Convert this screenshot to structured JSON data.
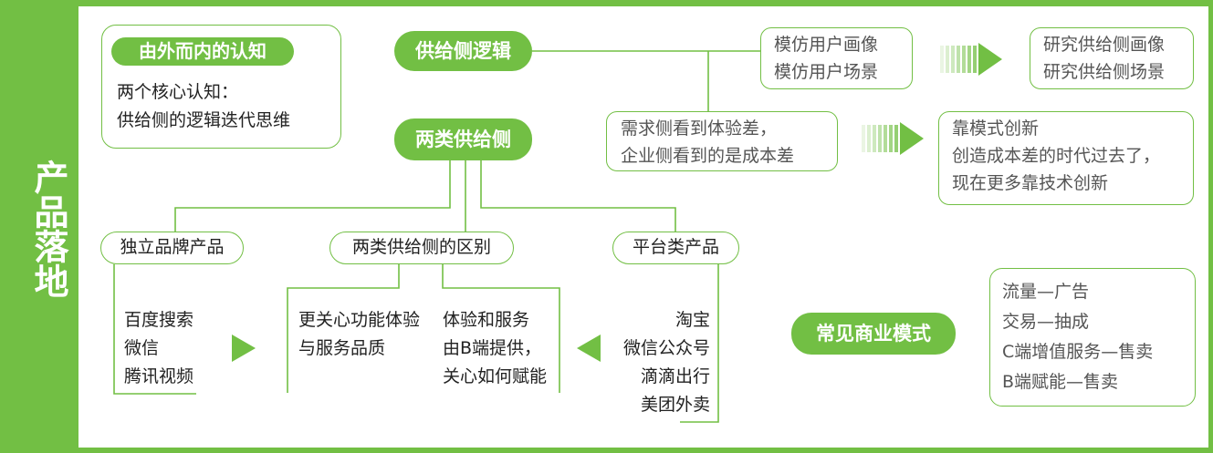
{
  "sidebar_title": "产品落地",
  "cognition": {
    "title": "由外而内的认知",
    "lines": [
      "两个核心认知：",
      "供给侧的逻辑迭代思维"
    ]
  },
  "supply_logic": "供给侧逻辑",
  "two_types": "两类供给侧",
  "imitate": [
    "模仿用户画像",
    "模仿用户场景"
  ],
  "research": [
    "研究供给侧画像",
    "研究供给侧场景"
  ],
  "demand": [
    "需求侧看到体验差，",
    "企业侧看到的是成本差"
  ],
  "innovation": [
    "靠模式创新",
    "创造成本差的时代过去了，",
    "现在更多靠技术创新"
  ],
  "independent": {
    "title": "独立品牌产品",
    "items": [
      "百度搜索",
      "微信",
      "腾讯视频"
    ]
  },
  "difference": {
    "title": "两类供给侧的区别",
    "left": [
      "更关心功能体验",
      "与服务品质"
    ],
    "right": [
      "体验和服务",
      "由B端提供，",
      "关心如何赋能"
    ]
  },
  "platform": {
    "title": "平台类产品",
    "items": [
      "淘宝",
      "微信公众号",
      "滴滴出行",
      "美团外卖"
    ]
  },
  "business": {
    "title": "常见商业模式",
    "items": [
      "流量—广告",
      "交易—抽成",
      "C端增值服务—售卖",
      "B端赋能—售卖"
    ]
  },
  "colors": {
    "accent": "#72bf44",
    "text": "#222222"
  }
}
